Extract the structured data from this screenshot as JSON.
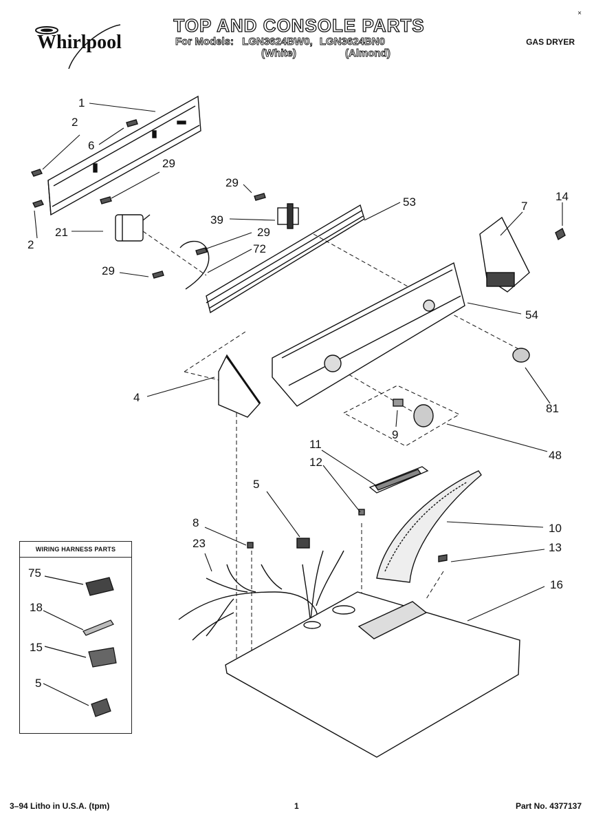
{
  "header": {
    "brand": "Whirlpool",
    "title": "TOP AND CONSOLE PARTS",
    "models_prefix": "For Models:",
    "model_1": "LGN3624BW0,",
    "model_2": "LGN3624BN0",
    "model_1_color": "(White)",
    "model_2_color": "(Almond)",
    "product_type": "GAS DRYER",
    "corner_mark": "×"
  },
  "callouts": {
    "c1": "1",
    "c2a": "2",
    "c2b": "2",
    "c6": "6",
    "c29a": "29",
    "c29b": "29",
    "c29c": "29",
    "c29d": "29",
    "c21": "21",
    "c39": "39",
    "c72": "72",
    "c53": "53",
    "c7": "7",
    "c14": "14",
    "c54": "54",
    "c4": "4",
    "c81": "81",
    "c9": "9",
    "c48": "48",
    "c11": "11",
    "c12": "12",
    "c5": "5",
    "c8": "8",
    "c23": "23",
    "c10": "10",
    "c13": "13",
    "c16": "16"
  },
  "harness": {
    "title": "WIRING HARNESS PARTS",
    "items": [
      "75",
      "18",
      "15",
      "5"
    ]
  },
  "footer": {
    "litho": "3–94 Litho in U.S.A. (tpm)",
    "page": "1",
    "part_no": "Part No. 4377137"
  },
  "colors": {
    "ink": "#111111",
    "background": "#ffffff"
  }
}
